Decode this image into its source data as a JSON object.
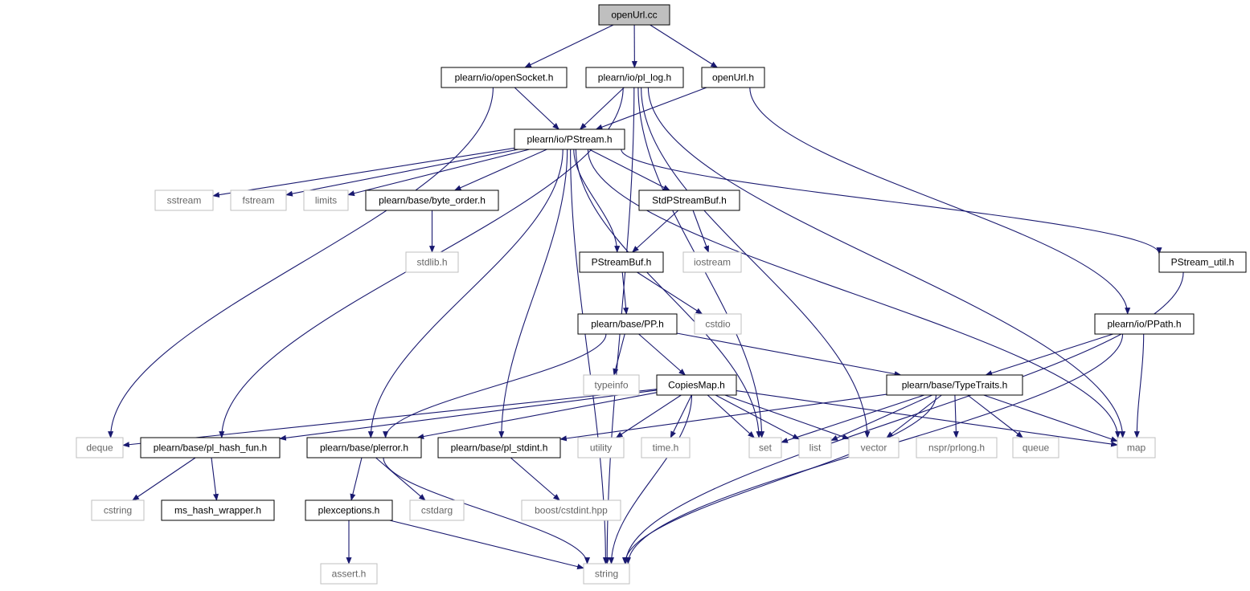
{
  "graph": {
    "nodes": [
      {
        "id": "openUrl_cc",
        "label": "openUrl.cc",
        "kind": "root"
      },
      {
        "id": "openSocket_h",
        "label": "plearn/io/openSocket.h",
        "kind": "project"
      },
      {
        "id": "pl_log_h",
        "label": "plearn/io/pl_log.h",
        "kind": "project"
      },
      {
        "id": "openUrl_h",
        "label": "openUrl.h",
        "kind": "project"
      },
      {
        "id": "PStream_h",
        "label": "plearn/io/PStream.h",
        "kind": "project"
      },
      {
        "id": "sstream",
        "label": "sstream",
        "kind": "system"
      },
      {
        "id": "fstream",
        "label": "fstream",
        "kind": "system"
      },
      {
        "id": "limits",
        "label": "limits",
        "kind": "system"
      },
      {
        "id": "byte_order_h",
        "label": "plearn/base/byte_order.h",
        "kind": "project"
      },
      {
        "id": "StdPStreamBuf_h",
        "label": "StdPStreamBuf.h",
        "kind": "project"
      },
      {
        "id": "stdlib_h",
        "label": "stdlib.h",
        "kind": "system"
      },
      {
        "id": "PStreamBuf_h",
        "label": "PStreamBuf.h",
        "kind": "project"
      },
      {
        "id": "iostream",
        "label": "iostream",
        "kind": "system"
      },
      {
        "id": "PStream_util_h",
        "label": "PStream_util.h",
        "kind": "project"
      },
      {
        "id": "PP_h",
        "label": "plearn/base/PP.h",
        "kind": "project"
      },
      {
        "id": "cstdio",
        "label": "cstdio",
        "kind": "system"
      },
      {
        "id": "PPath_h",
        "label": "plearn/io/PPath.h",
        "kind": "project"
      },
      {
        "id": "typeinfo",
        "label": "typeinfo",
        "kind": "system"
      },
      {
        "id": "CopiesMap_h",
        "label": "CopiesMap.h",
        "kind": "project"
      },
      {
        "id": "TypeTraits_h",
        "label": "plearn/base/TypeTraits.h",
        "kind": "project"
      },
      {
        "id": "deque",
        "label": "deque",
        "kind": "system"
      },
      {
        "id": "pl_hash_fun_h",
        "label": "plearn/base/pl_hash_fun.h",
        "kind": "project"
      },
      {
        "id": "plerror_h",
        "label": "plearn/base/plerror.h",
        "kind": "project"
      },
      {
        "id": "pl_stdint_h",
        "label": "plearn/base/pl_stdint.h",
        "kind": "project"
      },
      {
        "id": "utility",
        "label": "utility",
        "kind": "system"
      },
      {
        "id": "time_h",
        "label": "time.h",
        "kind": "system"
      },
      {
        "id": "set",
        "label": "set",
        "kind": "system"
      },
      {
        "id": "list",
        "label": "list",
        "kind": "system"
      },
      {
        "id": "vector",
        "label": "vector",
        "kind": "system"
      },
      {
        "id": "nspr_prlong_h",
        "label": "nspr/prlong.h",
        "kind": "system"
      },
      {
        "id": "queue",
        "label": "queue",
        "kind": "system"
      },
      {
        "id": "map",
        "label": "map",
        "kind": "system"
      },
      {
        "id": "cstring",
        "label": "cstring",
        "kind": "system"
      },
      {
        "id": "ms_hash_wrapper_h",
        "label": "ms_hash_wrapper.h",
        "kind": "project"
      },
      {
        "id": "plexceptions_h",
        "label": "plexceptions.h",
        "kind": "project"
      },
      {
        "id": "cstdarg",
        "label": "cstdarg",
        "kind": "system"
      },
      {
        "id": "boost_cstdint_hpp",
        "label": "boost/cstdint.hpp",
        "kind": "system"
      },
      {
        "id": "assert_h",
        "label": "assert.h",
        "kind": "system"
      },
      {
        "id": "string",
        "label": "string",
        "kind": "system"
      }
    ],
    "edges": [
      [
        "openUrl_cc",
        "openSocket_h"
      ],
      [
        "openUrl_cc",
        "pl_log_h"
      ],
      [
        "openUrl_cc",
        "openUrl_h"
      ],
      [
        "openSocket_h",
        "PStream_h"
      ],
      [
        "openSocket_h",
        "deque"
      ],
      [
        "pl_log_h",
        "PStream_h"
      ],
      [
        "pl_log_h",
        "string"
      ],
      [
        "pl_log_h",
        "set"
      ],
      [
        "pl_log_h",
        "vector"
      ],
      [
        "pl_log_h",
        "map"
      ],
      [
        "pl_log_h",
        "pl_hash_fun_h"
      ],
      [
        "openUrl_h",
        "PStream_h"
      ],
      [
        "openUrl_h",
        "PPath_h"
      ],
      [
        "PStream_h",
        "sstream"
      ],
      [
        "PStream_h",
        "fstream"
      ],
      [
        "PStream_h",
        "limits"
      ],
      [
        "PStream_h",
        "byte_order_h"
      ],
      [
        "PStream_h",
        "StdPStreamBuf_h"
      ],
      [
        "PStream_h",
        "PStreamBuf_h"
      ],
      [
        "PStream_h",
        "PStream_util_h"
      ],
      [
        "PStream_h",
        "plerror_h"
      ],
      [
        "PStream_h",
        "pl_stdint_h"
      ],
      [
        "PStream_h",
        "set"
      ],
      [
        "PStream_h",
        "map"
      ],
      [
        "PStream_h",
        "string"
      ],
      [
        "byte_order_h",
        "stdlib_h"
      ],
      [
        "StdPStreamBuf_h",
        "PStreamBuf_h"
      ],
      [
        "StdPStreamBuf_h",
        "iostream"
      ],
      [
        "PStreamBuf_h",
        "PP_h"
      ],
      [
        "PStreamBuf_h",
        "cstdio"
      ],
      [
        "PStream_util_h",
        "string"
      ],
      [
        "PP_h",
        "typeinfo"
      ],
      [
        "PP_h",
        "CopiesMap_h"
      ],
      [
        "PP_h",
        "TypeTraits_h"
      ],
      [
        "PP_h",
        "plerror_h"
      ],
      [
        "PPath_h",
        "TypeTraits_h"
      ],
      [
        "PPath_h",
        "map"
      ],
      [
        "PPath_h",
        "string"
      ],
      [
        "CopiesMap_h",
        "deque"
      ],
      [
        "CopiesMap_h",
        "pl_hash_fun_h"
      ],
      [
        "CopiesMap_h",
        "plerror_h"
      ],
      [
        "CopiesMap_h",
        "utility"
      ],
      [
        "CopiesMap_h",
        "time_h"
      ],
      [
        "CopiesMap_h",
        "set"
      ],
      [
        "CopiesMap_h",
        "list"
      ],
      [
        "CopiesMap_h",
        "vector"
      ],
      [
        "CopiesMap_h",
        "map"
      ],
      [
        "CopiesMap_h",
        "string"
      ],
      [
        "TypeTraits_h",
        "pl_stdint_h"
      ],
      [
        "TypeTraits_h",
        "set"
      ],
      [
        "TypeTraits_h",
        "list"
      ],
      [
        "TypeTraits_h",
        "vector"
      ],
      [
        "TypeTraits_h",
        "nspr_prlong_h"
      ],
      [
        "TypeTraits_h",
        "queue"
      ],
      [
        "TypeTraits_h",
        "map"
      ],
      [
        "TypeTraits_h",
        "string"
      ],
      [
        "pl_hash_fun_h",
        "cstring"
      ],
      [
        "pl_hash_fun_h",
        "ms_hash_wrapper_h"
      ],
      [
        "plerror_h",
        "plexceptions_h"
      ],
      [
        "plerror_h",
        "cstdarg"
      ],
      [
        "plerror_h",
        "string"
      ],
      [
        "pl_stdint_h",
        "boost_cstdint_hpp"
      ],
      [
        "plexceptions_h",
        "assert_h"
      ],
      [
        "plexceptions_h",
        "string"
      ]
    ]
  },
  "colors": {
    "edge": "#191970",
    "root_fill": "#bfbfbf",
    "project_border": "#000000",
    "system_border": "#bfbfbf",
    "project_text": "#000000",
    "system_text": "#666666"
  }
}
